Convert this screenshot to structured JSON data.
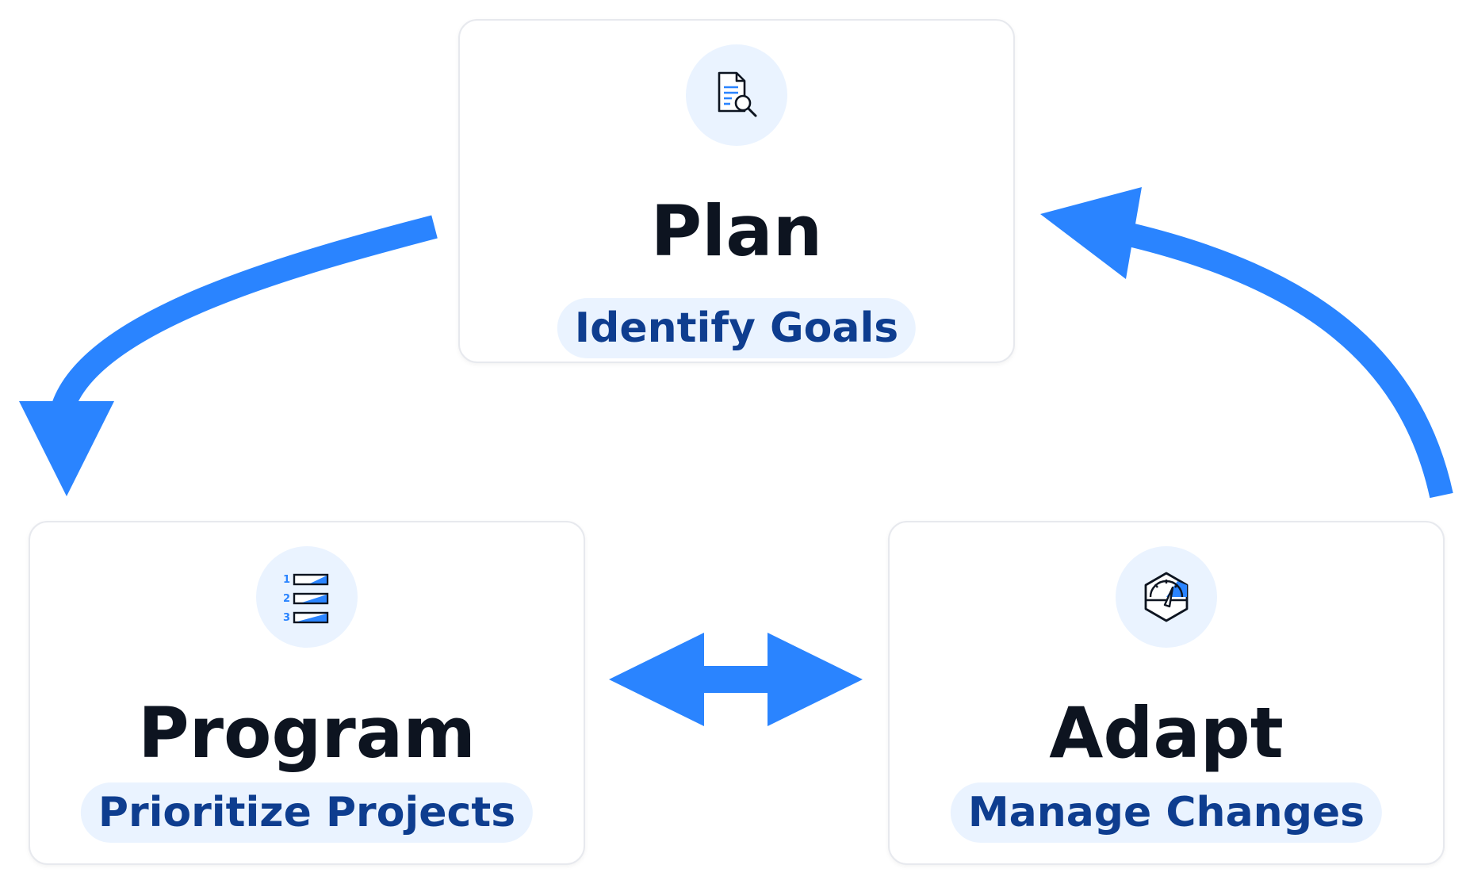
{
  "colors": {
    "arrow": "#2a84ff",
    "title_text": "#0d1420",
    "pill_text": "#0e3d8f",
    "pill_background": "#eaf3ff",
    "card_border": "#e7e9ee"
  },
  "nodes": {
    "plan": {
      "title": "Plan",
      "subtitle": "Identify Goals",
      "icon": "document-search-icon"
    },
    "program": {
      "title": "Program",
      "subtitle": "Prioritize Projects",
      "icon": "ranked-list-icon",
      "list_numbers": [
        "1",
        "2",
        "3"
      ]
    },
    "adapt": {
      "title": "Adapt",
      "subtitle": "Manage Changes",
      "icon": "gauge-icon"
    }
  },
  "edges": [
    {
      "from": "plan",
      "to": "program",
      "type": "curved-arrow"
    },
    {
      "from": "adapt",
      "to": "plan",
      "type": "curved-arrow"
    },
    {
      "from": "program",
      "to": "adapt",
      "type": "double-headed-arrow"
    }
  ]
}
